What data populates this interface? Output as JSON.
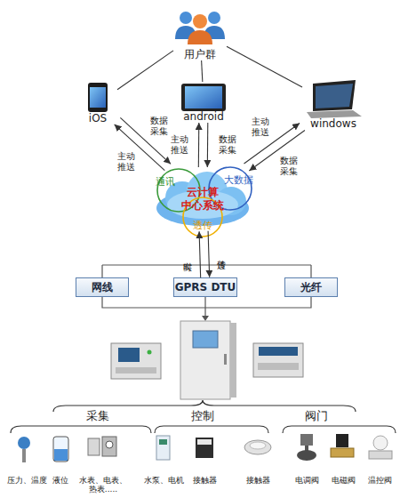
{
  "diagram": {
    "nodes": [
      {
        "text": [
          "用户群"
        ]
      },
      {
        "text": [
          "iOS"
        ]
      },
      {
        "text": [
          "android"
        ]
      },
      {
        "text": [
          "windows"
        ]
      },
      {
        "text": [
          "云计算 中心系统"
        ]
      },
      {
        "text": [
          "网线"
        ]
      },
      {
        "text": [
          "GPRS DTU"
        ]
      },
      {
        "text": [
          "光纤"
        ]
      }
    ],
    "edges": [
      {
        "from": 0,
        "to": 1,
        "arrow": "none"
      },
      {
        "from": 0,
        "to": 2,
        "arrow": "none"
      },
      {
        "from": 0,
        "to": 3,
        "arrow": "none"
      },
      {
        "from": 4,
        "to": 1,
        "label": "主动 推送",
        "arrow": "to"
      },
      {
        "from": 1,
        "to": 4,
        "label": "数据 采集",
        "arrow": "to"
      },
      {
        "from": 4,
        "to": 2,
        "label": "主动 推送",
        "arrow": "to"
      },
      {
        "from": 2,
        "to": 4,
        "label": "数据 采集",
        "arrow": "to"
      },
      {
        "from": 4,
        "to": 3,
        "label": "主动 推送",
        "arrow": "to"
      },
      {
        "from": 3,
        "to": 4,
        "label": "数据 采集",
        "arrow": "to"
      },
      {
        "from": 6,
        "to": 4,
        "label": "实时",
        "arrow": "to"
      },
      {
        "from": 4,
        "to": 6,
        "label": "透传",
        "arrow": "to"
      }
    ],
    "labels": [
      "通讯",
      "大数据",
      "透传",
      "采集",
      "控制",
      "阀门",
      "压力、温度",
      "液位",
      "水表、电表、 热表.....",
      "水泵、电机",
      "接触器",
      "接触器",
      "电调阀",
      "电磁阀",
      "温控阀"
    ]
  }
}
